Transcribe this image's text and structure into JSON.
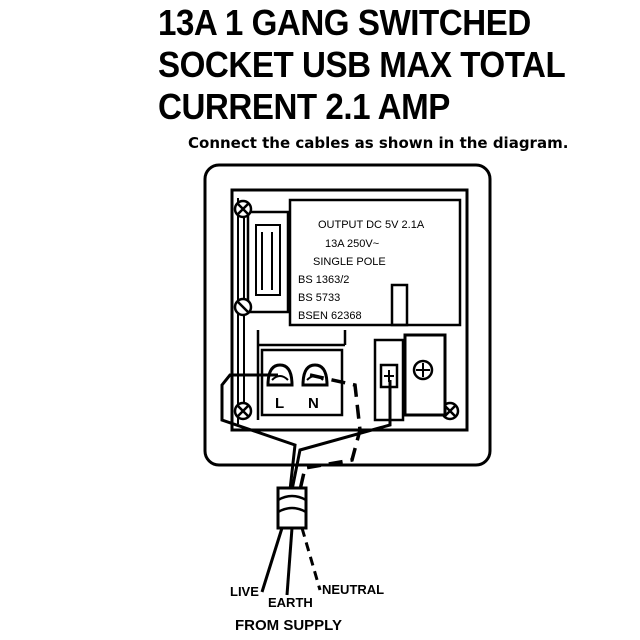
{
  "title_lines": [
    "13A  1  GANG  SWITCHED",
    "SOCKET USB MAX TOTAL",
    "CURRENT 2.1 AMP"
  ],
  "instruction": "Connect the cables as shown in the diagram.",
  "label_panel": {
    "output": "OUTPUT DC 5V 2.1A",
    "rating": "13A 250V~",
    "pole": "SINGLE POLE",
    "standards": [
      "BS 1363/2",
      "BS 5733",
      "BSEN 62368"
    ]
  },
  "terminals": {
    "live": "L",
    "neutral": "N"
  },
  "wire_labels": {
    "live": "LIVE",
    "earth": "EARTH",
    "neutral": "NEUTRAL",
    "supply": "FROM SUPPLY"
  }
}
